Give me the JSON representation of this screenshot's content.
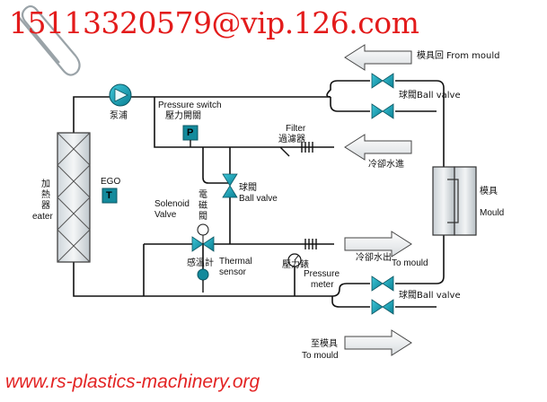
{
  "header": {
    "email": "15113320579@vip.126.com"
  },
  "footer": {
    "url": "www.rs-plastics-machinery.org"
  },
  "labels": {
    "pump": "泵浦",
    "pressure_switch": "Pressure switch",
    "pressure_switch_cn": "壓力開關",
    "pressure_switch_symbol": "P",
    "filter": "Filter",
    "filter_cn": "過濾器",
    "from_mould": "模具回 From mould",
    "ball_valve_top": "球閥Ball valve",
    "cooling_water_in": "冷卻水進",
    "heater_cn_1": "加",
    "heater_cn_2": "熱",
    "heater_cn_3": "器",
    "heater_en": "eater",
    "ego": "EGO",
    "ego_symbol": "T",
    "ball_valve_mid_cn": "球閥",
    "ball_valve_mid": "Ball valve",
    "solenoid": "Solenoid",
    "valve": "Valve",
    "solenoid_cn_1": "電",
    "solenoid_cn_2": "磁",
    "solenoid_cn_3": "閥",
    "mould_cn": "模具",
    "mould_en": "Mould",
    "thermal": "Thermal",
    "sensor": "sensor",
    "thermometer_cn": "感溫計",
    "pressure_meter_cn": "壓力錶",
    "pressure": "Pressure",
    "meter": "meter",
    "cooling_water_out": "冷卻水出",
    "to_mould_right": "To mould",
    "ball_valve_bottom": "球閥Ball valve",
    "to_mould_cn": "至模具",
    "to_mould_bottom": "To mould"
  }
}
